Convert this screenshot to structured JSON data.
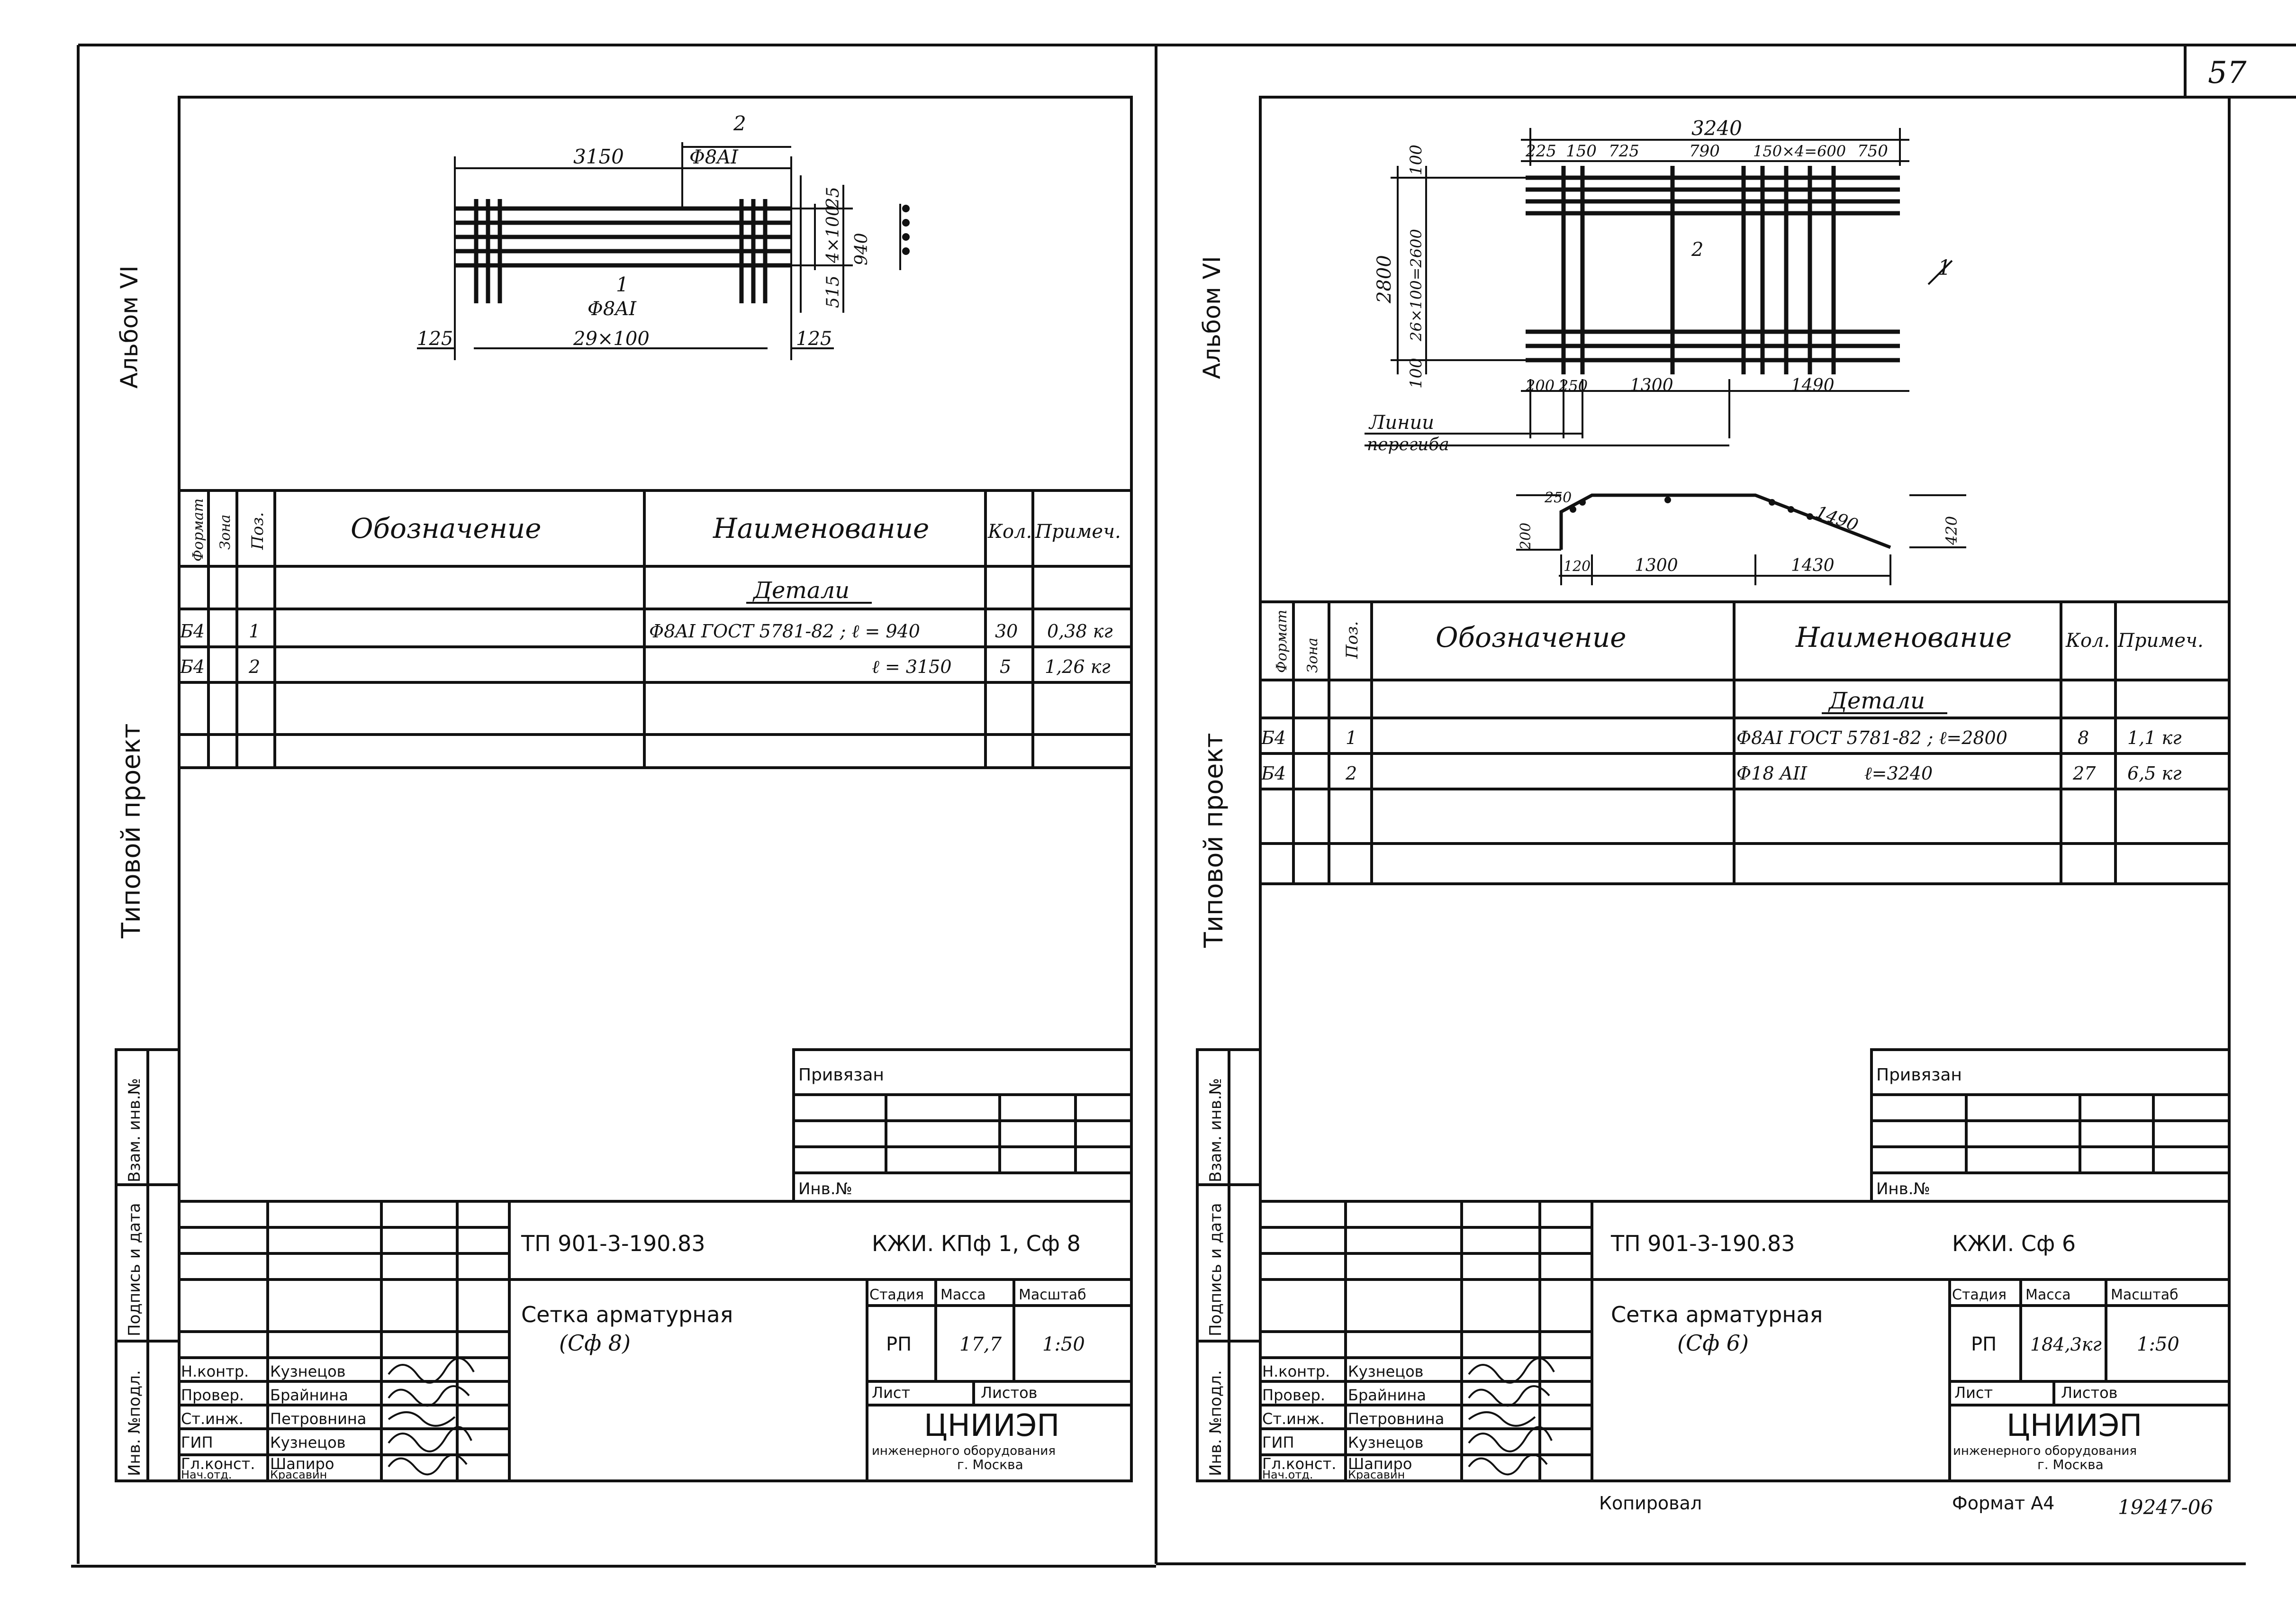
{
  "page_number": "57",
  "left": {
    "side_album": "Альбом VI",
    "side_project": "Типовой   проект",
    "side_stamp": [
      "Инв. №подл.",
      "Подпись и дата",
      "Взам. инв.№"
    ],
    "drawing": {
      "dim_top": "3150",
      "dim_bar2_pos": "2",
      "dim_bar2_label": "Φ8AI",
      "dim_bar1_pos": "1",
      "dim_bar1_label": "Φ8AI",
      "dim_left": "125",
      "dim_pitch": "29×100",
      "dim_right": "125",
      "dim_v1": "25",
      "dim_v2": "4×100",
      "dim_v3": "515",
      "dim_v4": "940"
    },
    "spec": {
      "headers": [
        "Формат",
        "Зона",
        "Поз.",
        "Обозначение",
        "Наименование",
        "Кол.",
        "Примеч."
      ],
      "section": "Детали",
      "rows": [
        {
          "format": "Б4",
          "pos": "1",
          "name": "Φ8AI ГОСТ 5781-82 ;  ℓ = 940",
          "qty": "30",
          "note": "0,38 кг"
        },
        {
          "format": "Б4",
          "pos": "2",
          "name": "ℓ = 3150",
          "qty": "5",
          "note": "1,26 кг"
        }
      ]
    },
    "title_block": {
      "privyazan": "Привязан",
      "inv": "Инв.№",
      "doc_code": "ТП 901-3-190.83",
      "sheet_code": "КЖИ. КПф 1, Сф 8",
      "title": "Сетка арматурная",
      "subtitle": "(Сф 8)",
      "stage_label": "Стадия",
      "mass_label": "Масса",
      "scale_label": "Масштаб",
      "stage": "РП",
      "mass": "17,7",
      "scale": "1:50",
      "sheet_label": "Лист",
      "sheets_label": "Листов",
      "org": "ЦНИИЭП",
      "org_sub1": "инженерного оборудования",
      "org_sub2": "г. Москва",
      "people": [
        {
          "role": "Н.контр.",
          "name": "Кузнецов"
        },
        {
          "role": "Провер.",
          "name": "Брайнина"
        },
        {
          "role": "Ст.инж.",
          "name": "Петровнина"
        },
        {
          "role": "ГИП",
          "name": "Кузнецов"
        },
        {
          "role": "Гл.конст.",
          "name": "Шапиро"
        },
        {
          "role": "Нач.отд.",
          "name": "Красавин"
        }
      ]
    }
  },
  "right": {
    "side_album": "Альбом VI",
    "side_project": "Типовой   проект",
    "side_stamp": [
      "Инв. №подл.",
      "Подпись и дата",
      "Взам. инв.№"
    ],
    "drawing": {
      "dim_total": "3240",
      "dim_top_chain": [
        "225",
        "150",
        "725",
        "790",
        "150×4=600",
        "750"
      ],
      "dim_h_total": "2800",
      "dim_h_100": "100",
      "dim_h_pitch": "26×100=2600",
      "dim_h_100b": "100",
      "pos1": "1",
      "pos2": "2",
      "dim_bottom_chain": [
        "200",
        "250",
        "1300",
        "1490"
      ],
      "bend_lines": "Линии",
      "bend_lines2": "перегиба",
      "prof_250": "250",
      "prof_200": "200",
      "prof_1490": "1490",
      "prof_420": "420",
      "prof_120": "120",
      "prof_1300": "1300",
      "prof_1430": "1430"
    },
    "spec": {
      "headers": [
        "Формат",
        "Зона",
        "Поз.",
        "Обозначение",
        "Наименование",
        "Кол.",
        "Примеч."
      ],
      "section": "Детали",
      "rows": [
        {
          "format": "Б4",
          "pos": "1",
          "name": "Φ8AI ГОСТ 5781-82 ; ℓ=2800",
          "qty": "8",
          "note": "1,1 кг"
        },
        {
          "format": "Б4",
          "pos": "2",
          "name": "Φ18 AII          ℓ=3240",
          "qty": "27",
          "note": "6,5 кг"
        }
      ]
    },
    "title_block": {
      "privyazan": "Привязан",
      "inv": "Инв.№",
      "doc_code": "ТП 901-3-190.83",
      "sheet_code": "КЖИ.  Сф 6",
      "title": "Сетка арматурная",
      "subtitle": "(Сф 6)",
      "stage_label": "Стадия",
      "mass_label": "Масса",
      "scale_label": "Масштаб",
      "stage": "РП",
      "mass": "184,3кг",
      "scale": "1:50",
      "sheet_label": "Лист",
      "sheets_label": "Листов",
      "org": "ЦНИИЭП",
      "org_sub1": "инженерного оборудования",
      "org_sub2": "г. Москва",
      "people": [
        {
          "role": "Н.контр.",
          "name": "Кузнецов"
        },
        {
          "role": "Провер.",
          "name": "Брайнина"
        },
        {
          "role": "Ст.инж.",
          "name": "Петровнина"
        },
        {
          "role": "ГИП",
          "name": "Кузнецов"
        },
        {
          "role": "Гл.конст.",
          "name": "Шапиро"
        },
        {
          "role": "Нач.отд.",
          "name": "Красавин"
        }
      ]
    },
    "footer_copied": "Копировал",
    "footer_format": "Формат А4",
    "footer_number": "19247-06"
  }
}
